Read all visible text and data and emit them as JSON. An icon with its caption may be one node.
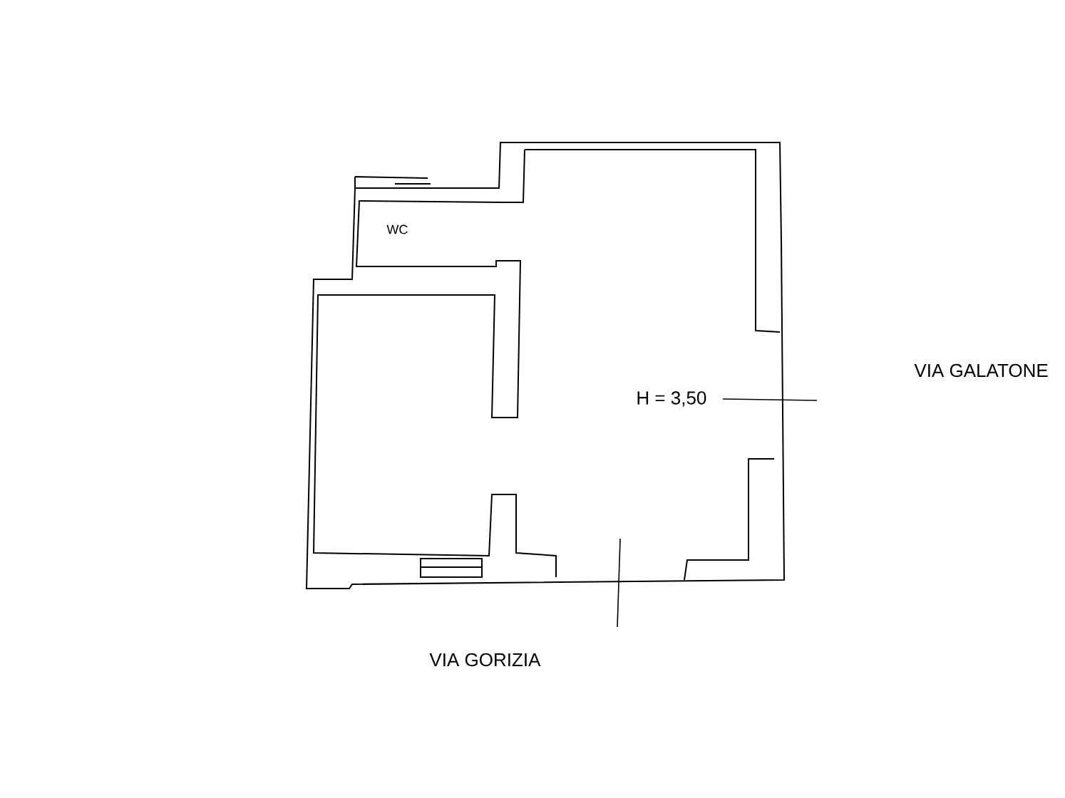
{
  "diagram": {
    "labels": [
      "WC",
      "H = 3,50",
      "VIA GALATONE",
      "VIA GORIZIA"
    ]
  }
}
